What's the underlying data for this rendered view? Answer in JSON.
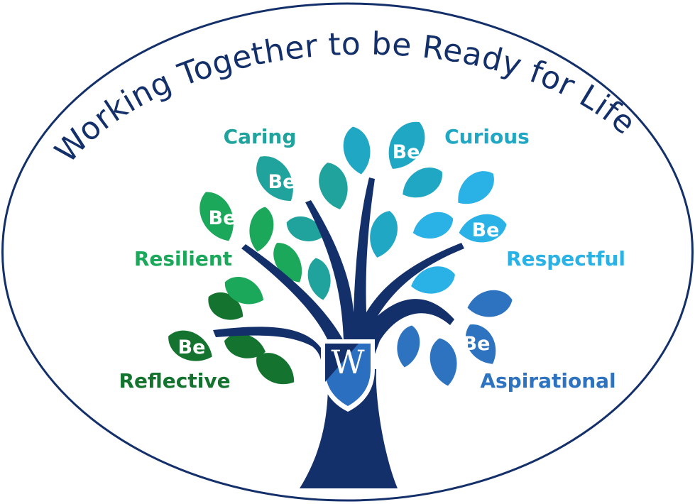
{
  "motto": "Working Together to be Ready for Life",
  "crest_letter": "W",
  "be_label": "Be",
  "values": {
    "caring": "Caring",
    "curious": "Curious",
    "resilient": "Resilient",
    "respectful": "Respectful",
    "reflective": "Reflective",
    "aspirational": "Aspirational"
  },
  "colors": {
    "navy": "#14306a",
    "dark_green": "#13732f",
    "green": "#1ba85a",
    "teal": "#1fa39c",
    "turquoise": "#1fa7c4",
    "sky": "#2ab1e6",
    "blue": "#2e73c0"
  }
}
